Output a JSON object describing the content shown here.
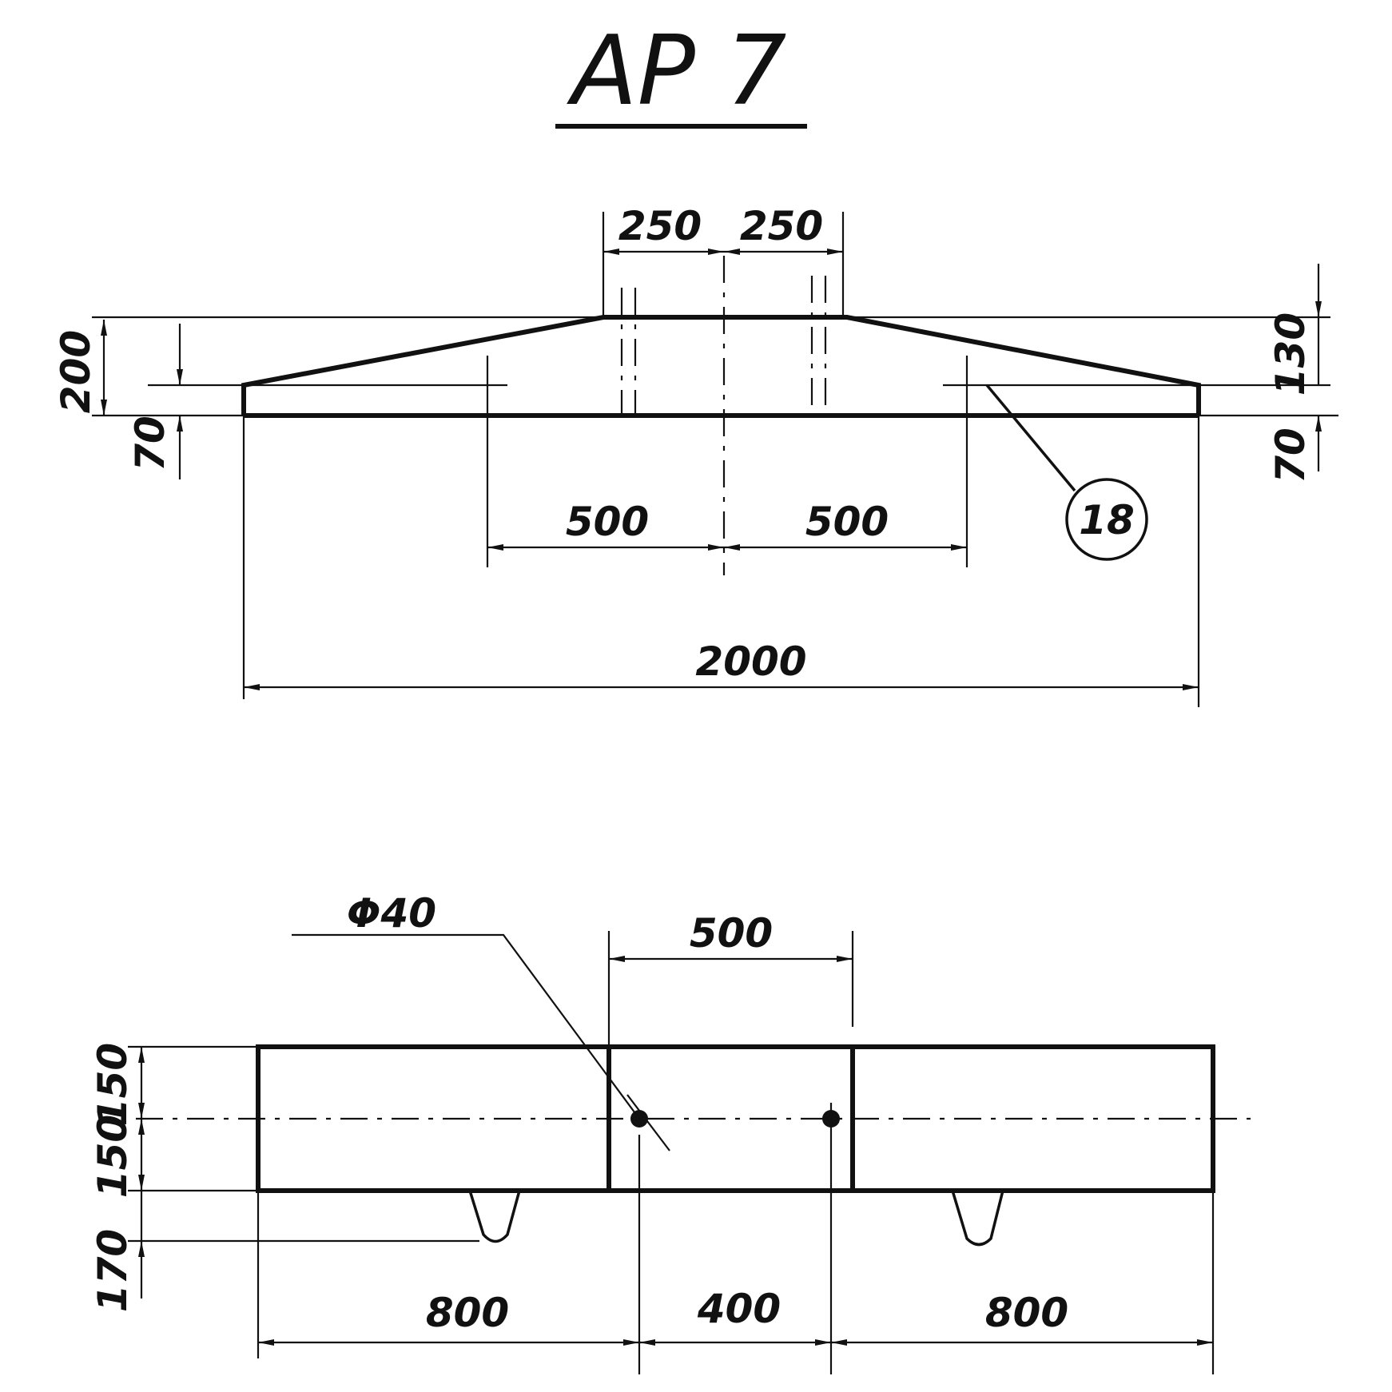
{
  "drawing": {
    "title": "AP 7",
    "elevation": {
      "dims": {
        "top_left": "250",
        "top_right": "250",
        "height_total": "200",
        "height_edge": "70",
        "height_right_upper": "130",
        "height_right_lower": "70",
        "mid_left": "500",
        "mid_right": "500",
        "overall": "2000"
      },
      "callout": "18"
    },
    "plan": {
      "hole_label": "Φ40",
      "dims": {
        "top": "500",
        "width_upper": "150",
        "width_lower": "150",
        "lug": "170",
        "left": "800",
        "center": "400",
        "right": "800"
      }
    }
  }
}
